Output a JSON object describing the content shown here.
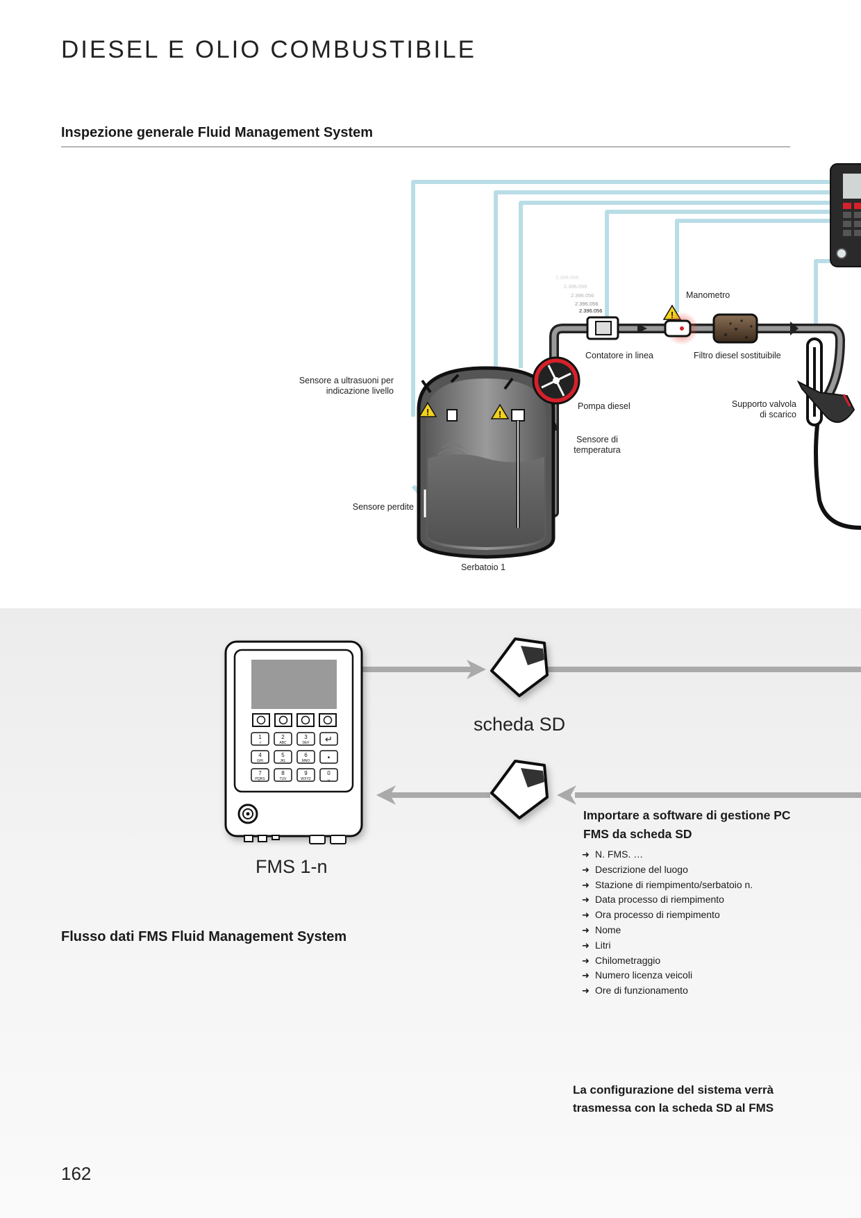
{
  "page": {
    "title": "DIESEL E OLIO COMBUSTIBILE",
    "page_number": "162"
  },
  "section1": {
    "title": "Inspezione generale Fluid Management System",
    "labels": {
      "ultrasonic_sensor": [
        "Sensore a ultrasuoni per",
        "indicazione livello"
      ],
      "leak_sensor": "Sensore perdite",
      "tank": "Serbatoio 1",
      "pump": "Pompa diesel",
      "temperature_sensor": [
        "Sensore di",
        "temperatura"
      ],
      "inline_meter": "Contatore in linea",
      "filter": "Filtro diesel sostituibile",
      "manometer": "Manometro",
      "valve_support": [
        "Supporto valvola",
        "di scarico"
      ]
    },
    "counter_readings": [
      "2.396.056",
      "2.396.056",
      "2.396.056",
      "2.396.056",
      "2.396.056"
    ]
  },
  "section2": {
    "title": "Flusso dati FMS Fluid Management System",
    "fms_label": "FMS 1-n",
    "sd_label": "scheda SD",
    "keypad": [
      {
        "main": "1",
        "sub": "-/"
      },
      {
        "main": "2",
        "sub": "ABC"
      },
      {
        "main": "3",
        "sub": "DEF"
      },
      {
        "main": "↵",
        "sub": ""
      },
      {
        "main": "4",
        "sub": "GHI"
      },
      {
        "main": "5",
        "sub": "JKL"
      },
      {
        "main": "6",
        "sub": "MNO"
      },
      {
        "main": "•",
        "sub": ""
      },
      {
        "main": "7",
        "sub": "PQRS"
      },
      {
        "main": "8",
        "sub": "TUV"
      },
      {
        "main": "9",
        "sub": "WXYZ"
      },
      {
        "main": "0",
        "sub": "␣"
      }
    ],
    "import_title": "Importare a software di gestione PC FMS da scheda SD",
    "import_fields": [
      "N. FMS. …",
      "Descrizione del luogo",
      "Stazione di riempimento/serbatoio n.",
      "Data processo di riempimento",
      "Ora processo di riempimento",
      "Nome",
      "Litri",
      "Chilometraggio",
      "Numero licenza veicoli",
      "Ore di funzionamento"
    ],
    "config_note": "La configurazione del sistema  verrà trasmessa con la scheda SD al FMS"
  },
  "colors": {
    "signal_cable": "#b9dde6",
    "pipe": "#3a3a3a",
    "warning": "#f2d21b",
    "pump_red": "#d7212a",
    "flow_arrow": "#aaaaaa"
  }
}
